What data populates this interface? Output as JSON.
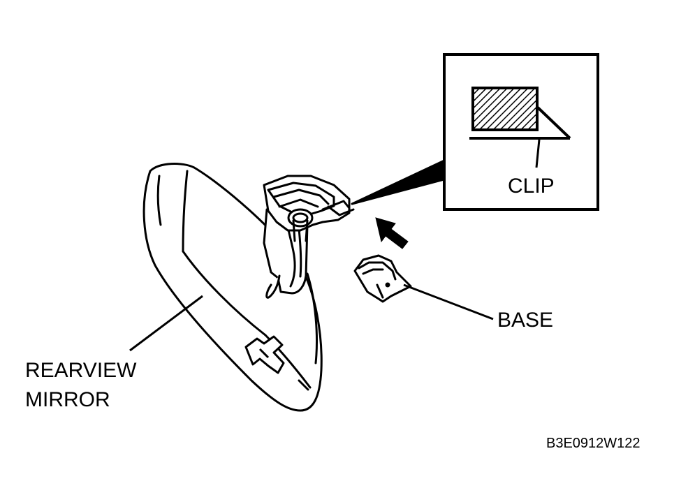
{
  "labels": {
    "clip": "CLIP",
    "base": "BASE",
    "mirror_line1": "REARVIEW",
    "mirror_line2": "MIRROR",
    "figure_code": "B3E0912W122"
  },
  "colors": {
    "ink": "#000000",
    "paper": "#ffffff"
  },
  "icons": {
    "arrow": "up-right-arrow-icon"
  }
}
